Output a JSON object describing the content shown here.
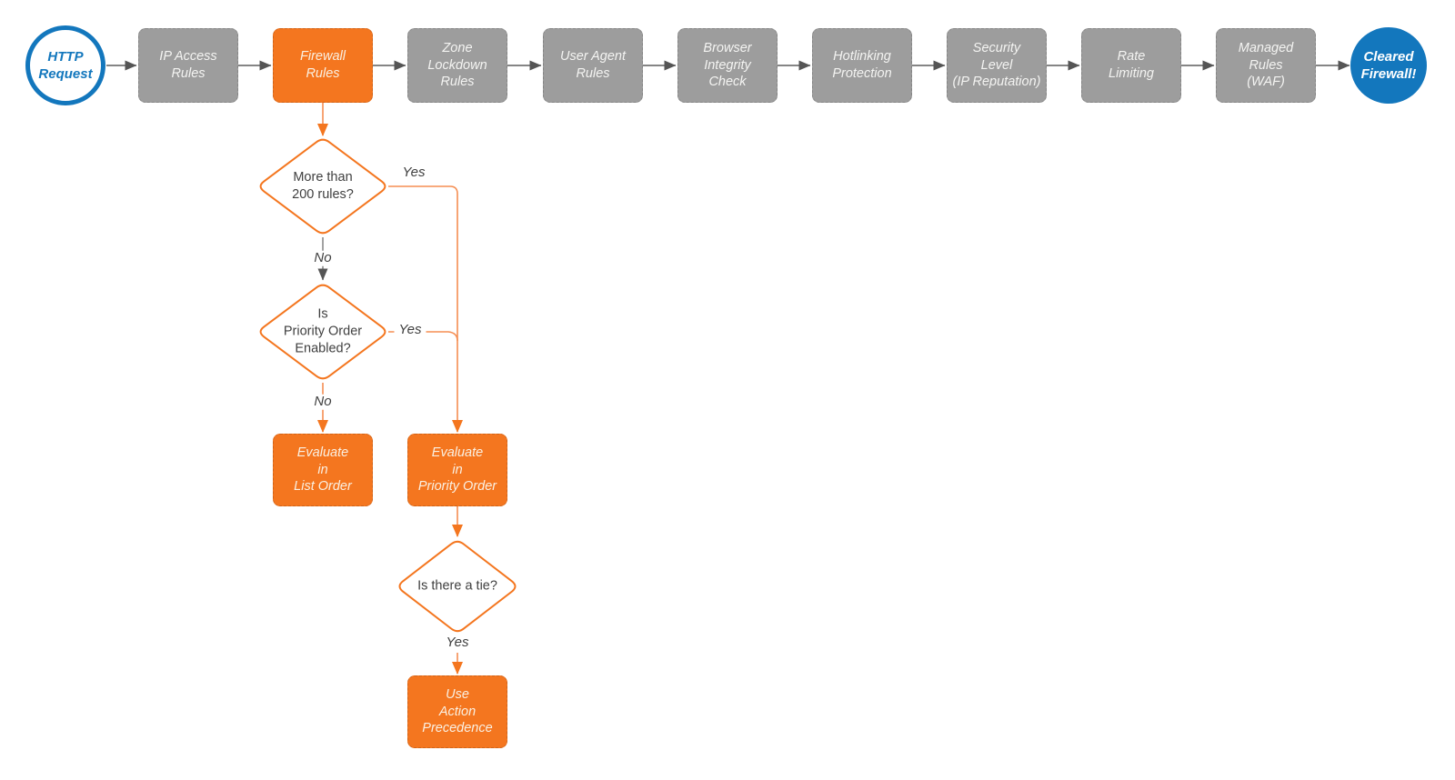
{
  "diagram": {
    "type": "flowchart",
    "subject": "HTTP request firewall evaluation flow",
    "colors": {
      "orange_node": "#F4761F",
      "gray_node": "#9D9D9D",
      "blue_node": "#1377BD",
      "connector_gray": "#5D5D5D",
      "connector_orange": "#F58E52",
      "decision_border": "#F4761F",
      "text_dark": "#3F3F3F"
    },
    "nodes": {
      "http_request": {
        "label": "HTTP\nRequest",
        "shape": "circle",
        "style": "blue-outline"
      },
      "ip_access_rules": {
        "label": "IP Access\nRules",
        "shape": "process",
        "style": "gray"
      },
      "firewall_rules": {
        "label": "Firewall\nRules",
        "shape": "process",
        "style": "orange"
      },
      "zone_lockdown_rules": {
        "label": "Zone\nLockdown\nRules",
        "shape": "process",
        "style": "gray"
      },
      "user_agent_rules": {
        "label": "User Agent\nRules",
        "shape": "process",
        "style": "gray"
      },
      "browser_integrity_check": {
        "label": "Browser\nIntegrity\nCheck",
        "shape": "process",
        "style": "gray"
      },
      "hotlinking_protection": {
        "label": "Hotlinking\nProtection",
        "shape": "process",
        "style": "gray"
      },
      "security_level": {
        "label": "Security\nLevel\n(IP Reputation)",
        "shape": "process",
        "style": "gray"
      },
      "rate_limiting": {
        "label": "Rate\nLimiting",
        "shape": "process",
        "style": "gray"
      },
      "managed_rules_waf": {
        "label": "Managed\nRules\n(WAF)",
        "shape": "process",
        "style": "gray"
      },
      "cleared_firewall": {
        "label": "Cleared\nFirewall!",
        "shape": "circle",
        "style": "blue-filled"
      },
      "more_than_200_rules": {
        "label": "More than\n200 rules?",
        "shape": "decision"
      },
      "is_priority_order_enabled": {
        "label": "Is\nPriority Order\nEnabled?",
        "shape": "decision"
      },
      "evaluate_in_list_order": {
        "label": "Evaluate\nin\nList Order",
        "shape": "process",
        "style": "orange"
      },
      "evaluate_in_priority_order": {
        "label": "Evaluate\nin\nPriority Order",
        "shape": "process",
        "style": "orange"
      },
      "is_there_a_tie": {
        "label": "Is there a tie?",
        "shape": "decision"
      },
      "use_action_precedence": {
        "label": "Use\nAction\nPrecedence",
        "shape": "process",
        "style": "orange"
      }
    },
    "edge_labels": {
      "more_than_200_yes": "Yes",
      "more_than_200_no": "No",
      "priority_enabled_yes": "Yes",
      "priority_enabled_no": "No",
      "tie_yes": "Yes"
    }
  }
}
